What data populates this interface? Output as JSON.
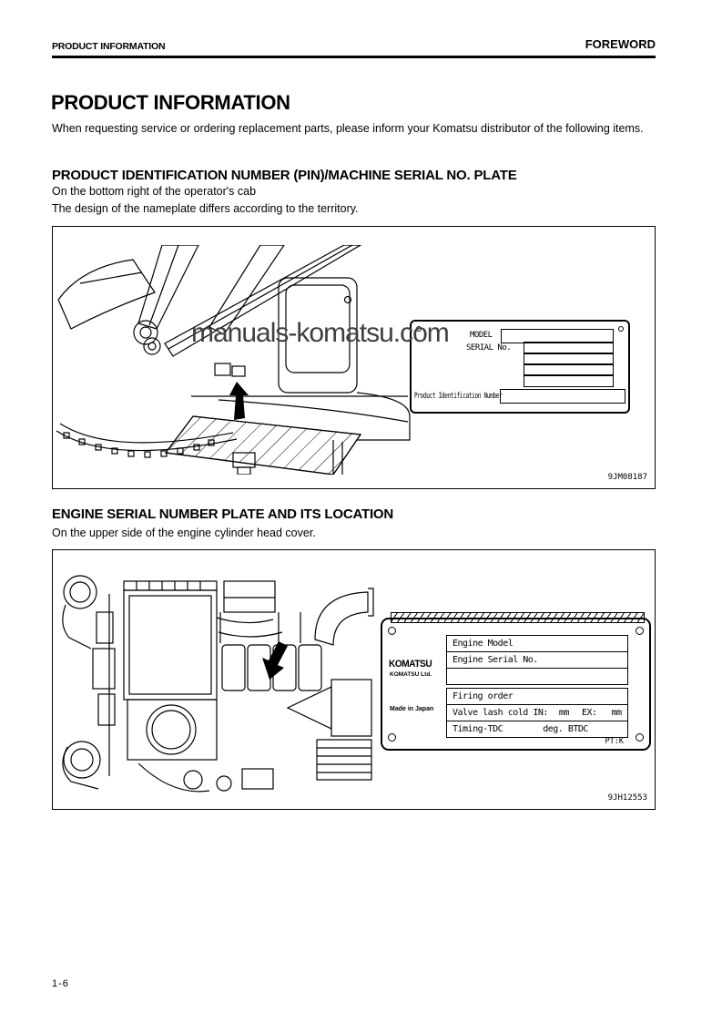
{
  "header": {
    "left_label": "PRODUCT INFORMATION",
    "right_label": "FOREWORD"
  },
  "main": {
    "title": "PRODUCT INFORMATION",
    "intro": "When requesting service or ordering replacement parts, please inform your Komatsu distributor of the following items."
  },
  "pin_section": {
    "heading": "PRODUCT IDENTIFICATION NUMBER (PIN)/MACHINE SERIAL NO. PLATE",
    "body_line1": "On the bottom right of the operator's cab",
    "body_line2": "The design of the nameplate differs according to the territory.",
    "watermark": "manuals-komatsu.com",
    "figure_code": "9JM08187",
    "plate": {
      "model_label": "MODEL",
      "serial_label": "SERIAL No.",
      "pin_label": "Product Identification Number"
    }
  },
  "engine_section": {
    "heading": "ENGINE SERIAL NUMBER PLATE AND ITS LOCATION",
    "body_line1": "On the upper side of the engine cylinder head cover.",
    "figure_code": "9JH12553",
    "plate": {
      "brand": "KOMATSU",
      "company": "KOMATSU Ltd.",
      "made_in": "Made in Japan",
      "row_engine_model": "Engine Model",
      "row_engine_serial": "Engine Serial No.",
      "row_firing_order": "Firing order",
      "valve_label": "Valve lash cold IN:",
      "valve_in_unit": "mm",
      "valve_ex_label": "EX:",
      "valve_ex_unit": "mm",
      "timing_label": "Timing-TDC",
      "timing_value": "deg. BTDC",
      "corner_code": "PT:K"
    }
  },
  "footer": {
    "page_number": "1-6"
  },
  "colors": {
    "ink": "#000000",
    "watermark_gray": "#3f3f3f"
  }
}
